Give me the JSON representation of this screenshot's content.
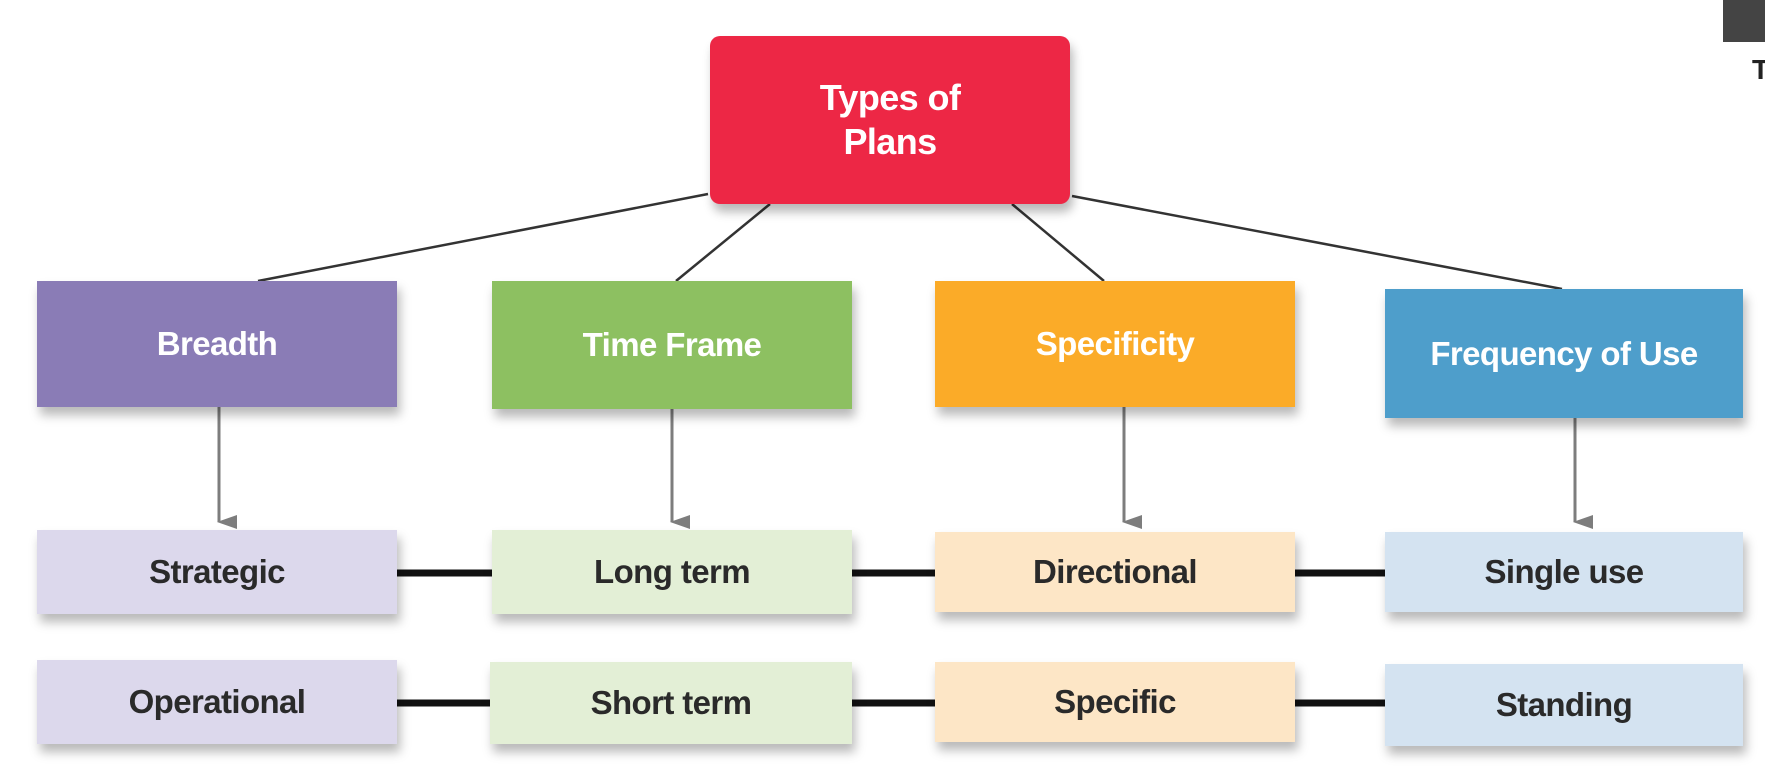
{
  "diagram": {
    "root": {
      "label_line1": "Types of",
      "label_line2": "Plans",
      "color": "#ed2745"
    },
    "categories": [
      {
        "label": "Breadth",
        "color": "#8a7cb6",
        "light_color": "#dcd8ec",
        "items": [
          "Strategic",
          "Operational"
        ]
      },
      {
        "label": "Time Frame",
        "color": "#8dc061",
        "light_color": "#e3efd6",
        "items": [
          "Long term",
          "Short term"
        ]
      },
      {
        "label": "Specificity",
        "color": "#fbab28",
        "light_color": "#fde6c6",
        "items": [
          "Directional",
          "Specific"
        ]
      },
      {
        "label": "Frequency of Use",
        "color": "#4e9ecb",
        "light_color": "#d4e3f1",
        "items": [
          "Single use",
          "Standing"
        ]
      }
    ]
  },
  "corner_fragment": {
    "text": "T"
  }
}
